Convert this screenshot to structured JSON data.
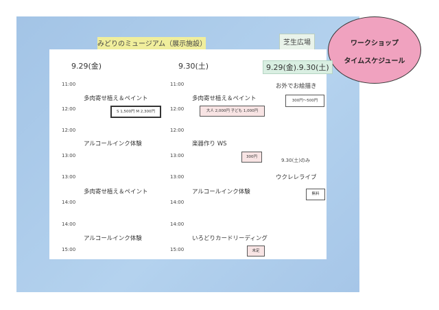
{
  "venues": {
    "museum": "みどりのミュージアム（展示施設）",
    "lawn": "芝生広場"
  },
  "dates": {
    "day1": "9.29(金)",
    "day2": "9.30(土)",
    "both": "9.29(金).9.30(土)"
  },
  "title": {
    "line1": "ワークショップ",
    "line2": "タイムスケジュール"
  },
  "day1": {
    "times": [
      "11:00",
      "12:00",
      "12:00",
      "13:00",
      "13:00",
      "14:00",
      "14:00",
      "15:00"
    ],
    "events": [
      {
        "name": "多肉寄せ植え＆ペイント",
        "price": "S 1,500円 M 2,300円"
      },
      {
        "name": "アルコールインク体験"
      },
      {
        "name": "多肉寄せ植え＆ペイント"
      },
      {
        "name": "アルコールインク体験"
      }
    ]
  },
  "day2": {
    "times": [
      "11:00",
      "12:00",
      "12:00",
      "13:00",
      "13:00",
      "14:00",
      "14:00",
      "15:00"
    ],
    "events": [
      {
        "name": "多肉寄せ植え＆ペイント",
        "price": "大人 2,000円 子ども 1,000円"
      },
      {
        "name": "楽器作り WS",
        "price": "300円"
      },
      {
        "name": "アルコールインク体験"
      },
      {
        "name": "いろどりカードリーディング",
        "price": "未定"
      }
    ]
  },
  "lawn_events": {
    "drawing": {
      "name": "お外でお絵描き",
      "price": "300円〜500円"
    },
    "note": "9.30(土)のみ",
    "ukulele": {
      "name": "ウクレレライブ",
      "price": "無料"
    }
  }
}
